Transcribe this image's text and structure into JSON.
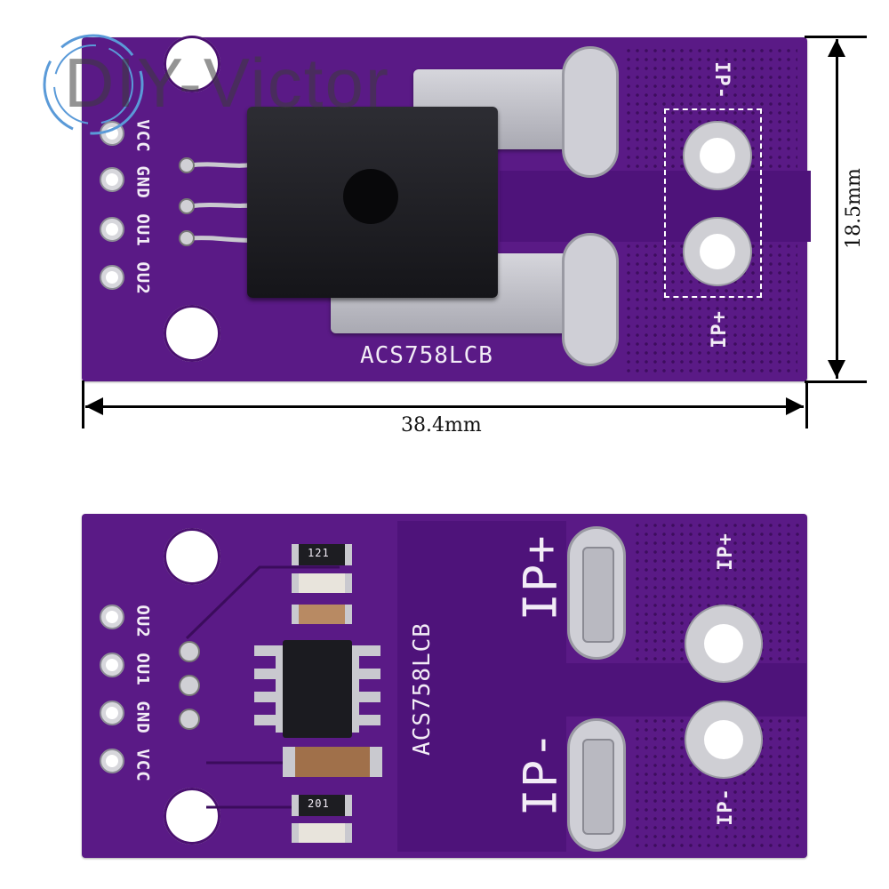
{
  "watermark": {
    "text": "DIY-Victor"
  },
  "dimensions": {
    "width_label": "38.4mm",
    "height_label": "18.5mm"
  },
  "top_board": {
    "pin_labels": [
      "VCC",
      "GND",
      "OU1",
      "OU2"
    ],
    "chip_label": "ACS758LCB",
    "terminal_labels": {
      "minus": "IP-",
      "plus": "IP+"
    }
  },
  "bottom_board": {
    "pin_labels": [
      "OU2",
      "OU1",
      "GND",
      "VCC"
    ],
    "chip_label": "ACS758LCB",
    "terminal_labels": {
      "big_plus": "IP+",
      "big_minus": "IP-",
      "small_plus": "IP+",
      "small_minus": "IP-"
    },
    "resistor_top": "121",
    "resistor_bottom": "201"
  },
  "colors": {
    "pcb": "#5a1a86",
    "silkscreen": "#f2ecf6",
    "metal": "#bfbfc6"
  }
}
